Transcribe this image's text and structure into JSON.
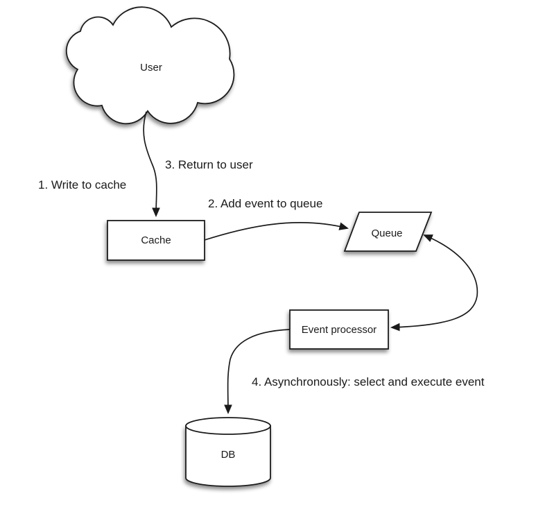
{
  "diagram": {
    "background_color": "#ffffff",
    "line_color": "#1a1a1a",
    "text_color": "#1a1a1a",
    "nodes": {
      "user": {
        "label": "User",
        "shape": "cloud"
      },
      "cache": {
        "label": "Cache",
        "shape": "rectangle"
      },
      "queue": {
        "label": "Queue",
        "shape": "parallelogram"
      },
      "event_processor": {
        "label": "Event processor",
        "shape": "rectangle"
      },
      "db": {
        "label": "DB",
        "shape": "cylinder"
      }
    },
    "edge_labels": {
      "step1": "1. Write to cache",
      "step2": "2. Add event to queue",
      "step3": "3. Return to user",
      "step4": "4. Asynchronously: select and execute event"
    },
    "edges": [
      {
        "from": "user",
        "to": "cache",
        "arrow": "to"
      },
      {
        "from": "cache",
        "to": "queue",
        "arrow": "to"
      },
      {
        "from": "queue",
        "to": "event_processor",
        "arrow": "both"
      },
      {
        "from": "event_processor",
        "to": "db",
        "arrow": "to"
      }
    ]
  }
}
